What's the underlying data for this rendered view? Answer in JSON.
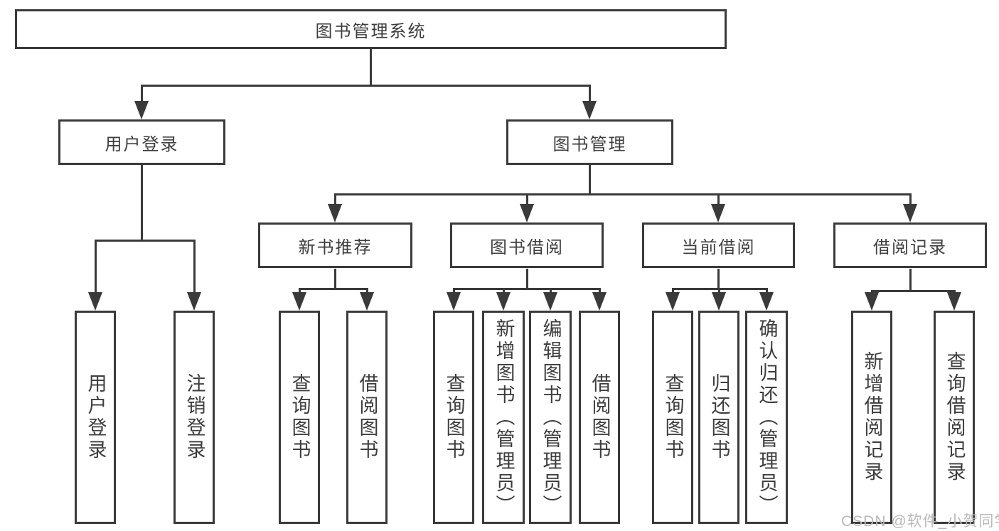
{
  "diagram": {
    "nodes": {
      "root": "图书管理系统",
      "user_login": "用户登录",
      "book_management": "图书管理",
      "new_book_recommend": "新书推荐",
      "book_borrowing": "图书借阅",
      "current_borrowing": "当前借阅",
      "borrowing_records": "借阅记录",
      "ul_user_login": "用户登录",
      "ul_logout": "注销登录",
      "nbr_query_books": "查询图书",
      "nbr_borrow_books": "借阅图书",
      "bb_query_books": "查询图书",
      "bb_add_books": "新增图书（管理员）",
      "bb_edit_books": "编辑图书（管理员）",
      "bb_borrow_books": "借阅图书",
      "cb_query_books": "查询图书",
      "cb_return_books": "归还图书",
      "cb_confirm_return": "确认归还（管理员）",
      "br_add_record": "新增借阅记录",
      "br_query_record": "查询借阅记录"
    },
    "hierarchy": {
      "图书管理系统": {
        "用户登录": [
          "用户登录",
          "注销登录"
        ],
        "图书管理": {
          "新书推荐": [
            "查询图书",
            "借阅图书"
          ],
          "图书借阅": [
            "查询图书",
            "新增图书（管理员）",
            "编辑图书（管理员）",
            "借阅图书"
          ],
          "当前借阅": [
            "查询图书",
            "归还图书",
            "确认归还（管理员）"
          ],
          "借阅记录": [
            "新增借阅记录",
            "查询借阅记录"
          ]
        }
      }
    }
  },
  "watermark": {
    "text": "CSDN @软件_小贺同学"
  },
  "colors": {
    "line": "#3a3a3a",
    "text": "#3d3d3d",
    "watermark": "#b9b9b9",
    "background": "#ffffff"
  }
}
